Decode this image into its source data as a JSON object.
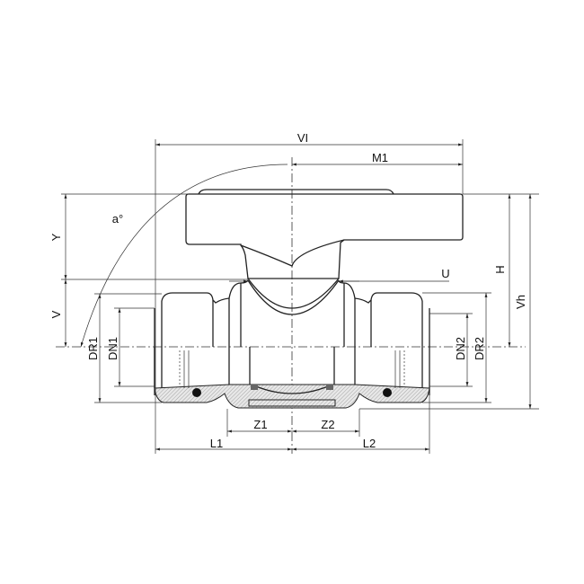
{
  "labels": {
    "vl": "VI",
    "m1": "M1",
    "angle": "a°",
    "y": "Y",
    "v": "V",
    "h": "H",
    "vh": "Vh",
    "u": "U",
    "dr1": "DR1",
    "dn1": "DN1",
    "dn2": "DN2",
    "dr2": "DR2",
    "z1": "Z1",
    "z2": "Z2",
    "l1": "L1",
    "l2": "L2"
  }
}
